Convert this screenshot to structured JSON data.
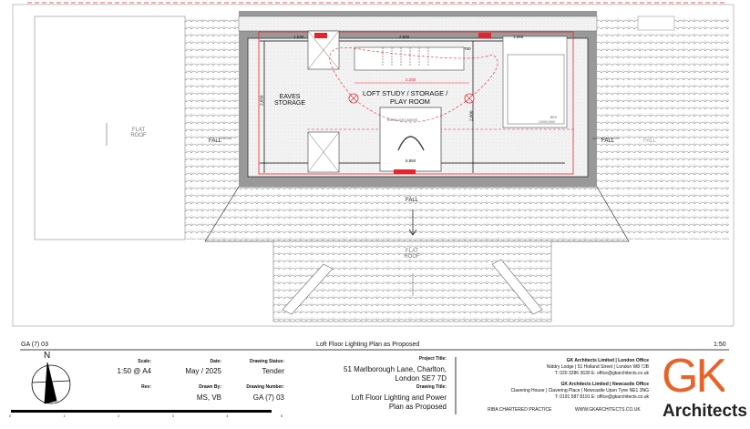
{
  "drawing": {
    "rooms": {
      "eaves_storage": "EAVES STORAGE",
      "loft_room_line1": "LOFT STUDY / STORAGE /",
      "loft_room_line2": "PLAY ROOM",
      "bed": "BED",
      "bed_size": "1200X1900",
      "rooflight": "ROOFLIGHT ABOVE"
    },
    "flat_roof_label": "FLAT ROOF",
    "fall_label": "FALL",
    "dimensions": [
      "1,530",
      "2,655",
      "1,665",
      "2,250",
      "5,850",
      "750",
      "2,650",
      "2,000"
    ],
    "accent_color": "#e8242b"
  },
  "title_strip": {
    "drawing_ref": "GA (7) 03",
    "drawing_name": "Loft Floor Lighting Plan as Proposed",
    "scale": "1:50"
  },
  "title_block": {
    "north": "N",
    "scale_bar": [
      "0",
      "1",
      "2",
      "3",
      "4",
      "5"
    ],
    "scale_label": "Scale:",
    "scale_value": "1:50 @ A4",
    "date_label": "Date:",
    "date_value": "May / 2025",
    "status_label": "Drawing Status:",
    "status_value": "Tender",
    "rev_label": "Rev:",
    "drawn_label": "Drawn By:",
    "drawn_value": "MS, VB",
    "number_label": "Drawing Number:",
    "number_value": "GA (7) 03",
    "project_label": "Project Title:",
    "project_line1": "51 Marlborough Lane, Charlton,",
    "project_line2": "London SE7 7D",
    "title_label": "Drawing Title:",
    "title_line1": "Loft Floor Lighting and Power",
    "title_line2": "Plan as Proposed"
  },
  "company": {
    "london_head": "GK Architects Limited | London Office",
    "london_addr": "Niddry Lodge | 51 Holland Street | London W8 7JB",
    "london_contact": "T: 020 3286 3630 E: office@gkarchitects.co.uk",
    "newcastle_head": "GK Architects Limited | Newcastle Office",
    "newcastle_addr": "Clavering House | Clavering Place | Newcastle Upon Tyne NE1 3NG",
    "newcastle_contact": "T: 0191 587 8191 E: office@gkarchitects.co.uk",
    "riba": "RIBA CHARTERED PRACTICE",
    "web": "WWW.GKARCHITECTS.CO.UK",
    "logo_letters": "GK",
    "logo_word": "Architects",
    "brand_color": "#e8632a"
  }
}
